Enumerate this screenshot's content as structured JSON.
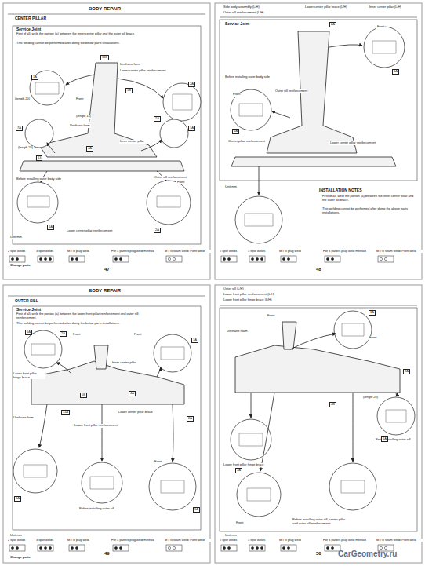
{
  "diagram": {
    "labels": [
      "BODY REPAIR",
      "CENTER PILLAR",
      "Service Joint",
      "First of all, weld the portion (a) between the inner center pillar and the outer sill brace.",
      "This welding cannot be performed after doing the below parts installations.",
      "Urethane form",
      "Lower center pillar reinforcement",
      "Front",
      "(length 20)",
      "(length 15)",
      "(length 20)",
      "Urethane form",
      "Inner center pillar",
      "Before installing outer body side",
      "Front",
      "Outer sill reinforcement",
      "Lower center pillar reinforcement",
      "Unit:mm",
      "47",
      "Change parts",
      "1A",
      "11B",
      "1B",
      "2A",
      "1A",
      "1A",
      "7A",
      "13",
      "4A",
      "1A",
      "2A",
      "Side body assembly (L/H)",
      "Lower center pillar brace (L/H)",
      "Inner center pillar (L/H)",
      "Outer sill reinforcement (L/H)",
      "Service Joint",
      "Front",
      "Before installing outer body side",
      "Front",
      "Outer sill reinforcement",
      "Center pillar reinforcement",
      "Lower center pillar reinforcement",
      "Unit:mm",
      "INSTALLATION NOTES",
      "First of all, weld the portion (a) between the inner center pillar and the outer sill brace.",
      "This welding cannot be performed after doing the above parts installations.",
      "48",
      "1A",
      "2A",
      "1A",
      "BODY REPAIR",
      "OUTER SILL",
      "Service Joint",
      "First of all, weld the portion (a) between the lower front pillar reinforcement and outer sill reinforcement.",
      "This welding cannot be performed after doing the below parts installations.",
      "Front",
      "Front",
      "Lower front pillar hinge brace",
      "Lower center pillar brace",
      "Urethane form",
      "Inner center pillar",
      "Lower front pillar reinforcement",
      "Before installing outer sill",
      "Front",
      "Unit:mm",
      "Change parts",
      "49",
      "1A",
      "2A",
      "5B",
      "11A",
      "4A",
      "1A",
      "2A",
      "1A",
      "1A",
      "Outer sill (L/H)",
      "Lower front pillar reinforcement (L/H)",
      "Lower front pillar hinge brace (L/H)",
      "Urethane foam",
      "Front",
      "Front",
      "(length 20)",
      "Before installing outer sill",
      "Lower front pillar hinge brace",
      "Before installing outer sill, center pillar and outer sill reinforcement",
      "Front",
      "Unit:mm",
      "50",
      "1A",
      "2A",
      "4B",
      "1A",
      "1A",
      "CarGeometry.ru"
    ],
    "legend": [
      {
        "text": "2 spot welds"
      },
      {
        "text": "3 spot welds"
      },
      {
        "text": "M I G plug weld"
      },
      {
        "text": "For 3 panels plug weld method"
      },
      {
        "text": "M I G seam weld/ Point weld"
      },
      {
        "text": "2 spot welds"
      },
      {
        "text": "3 spot welds"
      },
      {
        "text": "M I G plug weld"
      },
      {
        "text": "For 3 panels plug weld method"
      },
      {
        "text": "M I G seam weld/ Point weld"
      },
      {
        "text": "2 spot welds"
      },
      {
        "text": "3 spot welds"
      },
      {
        "text": "M I G plug weld"
      },
      {
        "text": "For 3 panels plug weld method"
      },
      {
        "text": "M I G seam weld/ Point weld"
      },
      {
        "text": "2 spot welds"
      },
      {
        "text": "3 spot welds"
      },
      {
        "text": "M I G plug weld"
      },
      {
        "text": "For 3 panels plug weld method"
      },
      {
        "text": "M I G seam weld/ Point weld"
      }
    ]
  }
}
